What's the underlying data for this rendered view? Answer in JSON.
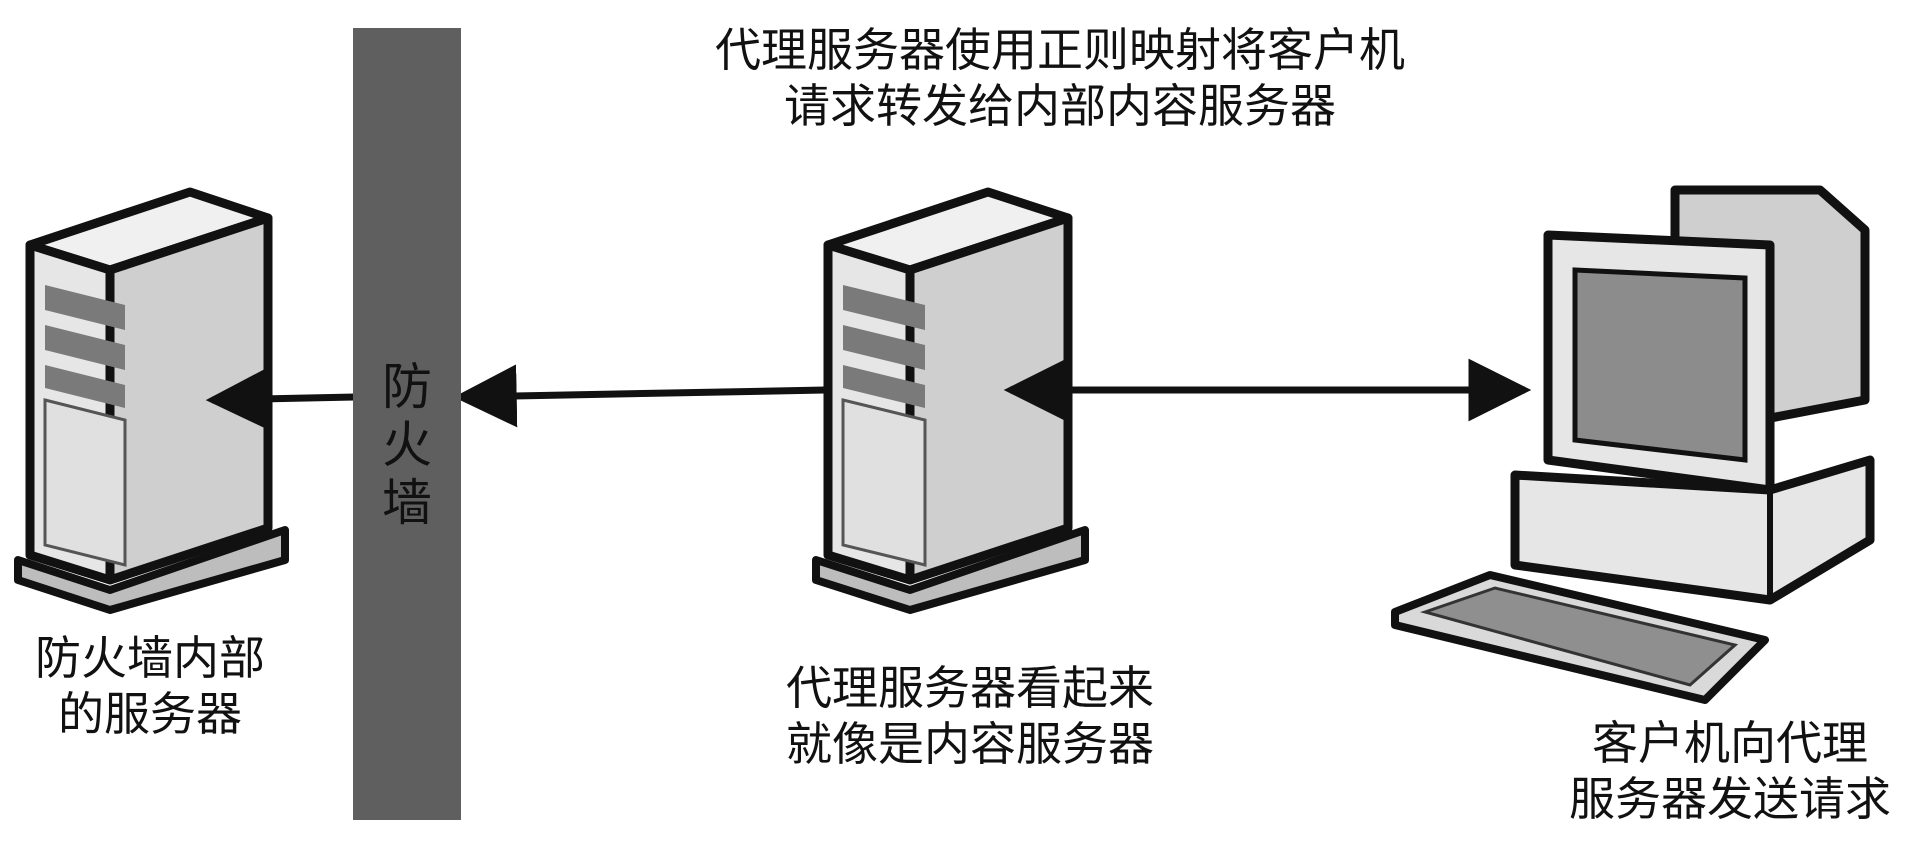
{
  "labels": {
    "proxy_mapping": [
      "代理服务器使用正则映射将客户机",
      "请求转发给内部内容服务器"
    ],
    "inner_server": [
      "防火墙内部",
      "的服务器"
    ],
    "proxy_server": [
      "代理服务器看起来",
      "就像是内容服务器"
    ],
    "client": [
      "客户机向代理",
      "服务器发送请求"
    ]
  },
  "firewall": {
    "chars": [
      "防",
      "火",
      "墙"
    ]
  },
  "nodes": [
    {
      "id": "inner-server",
      "icon": "server-tower-icon"
    },
    {
      "id": "proxy-server",
      "icon": "server-tower-icon"
    },
    {
      "id": "client",
      "icon": "desktop-computer-icon"
    }
  ],
  "colors": {
    "firewall": "#5f5f5f",
    "outline": "#111111",
    "server_body": "#d9d9d9"
  }
}
